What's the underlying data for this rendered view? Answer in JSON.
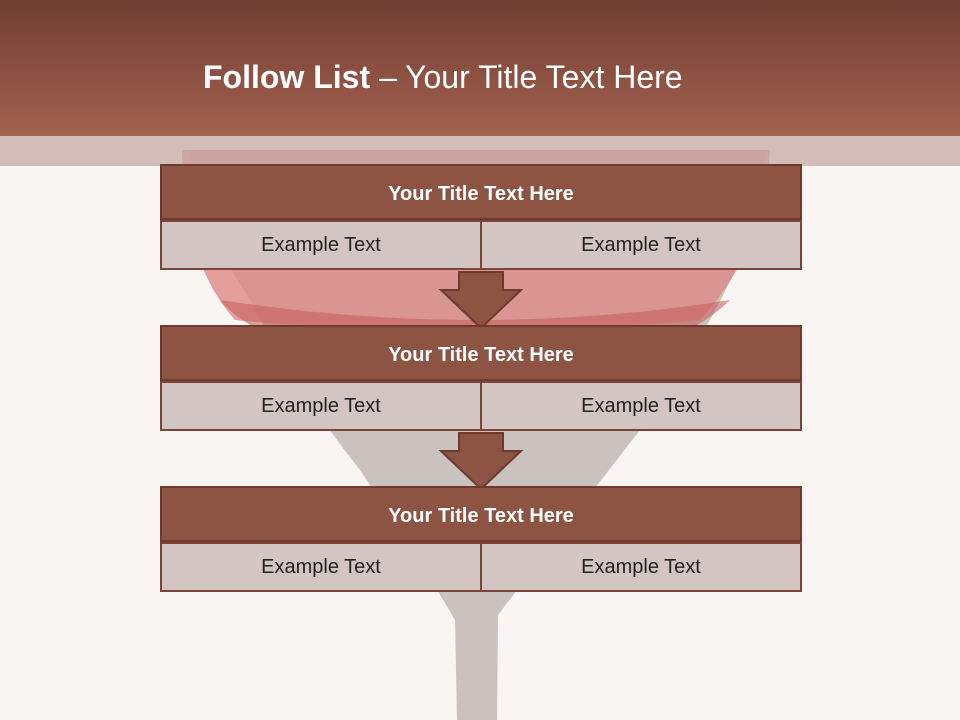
{
  "slide": {
    "title_bold": "Follow List",
    "title_rest": " – Your Title Text Here"
  },
  "blocks": [
    {
      "title": "Your Title Text Here",
      "left": "Example Text",
      "right": "Example Text"
    },
    {
      "title": "Your Title Text Here",
      "left": "Example Text",
      "right": "Example Text"
    },
    {
      "title": "Your Title Text Here",
      "left": "Example Text",
      "right": "Example Text"
    }
  ],
  "colors": {
    "header": "#8a4f40",
    "box_title": "#8e5443",
    "box_cell": "#d3c5c1",
    "arrow": "#8e5443"
  }
}
